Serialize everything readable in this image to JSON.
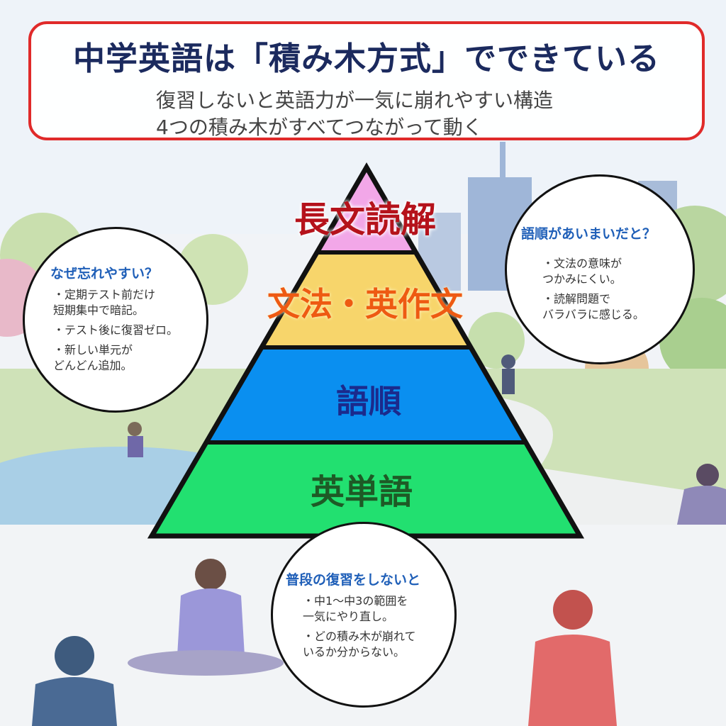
{
  "header": {
    "title": "中学英語は「積み木方式」でできている",
    "subtitle_line1": "復習しないと英語力が一気に崩れやすい構造",
    "subtitle_line2": "4つの積み木がすべてつながって動く"
  },
  "pyramid": {
    "tiers": [
      {
        "label": "長文読解",
        "color": "#f2a7e8"
      },
      {
        "label": "文法・英作文",
        "color": "#f7d56b"
      },
      {
        "label": "語順",
        "color": "#0a8ff0"
      },
      {
        "label": "英単語",
        "color": "#22e070"
      }
    ],
    "outline_color": "#111111"
  },
  "bubbles": {
    "left": {
      "title": "なぜ忘れやすい？",
      "items": [
        "・定期テスト前だけ\n  短期集中で暗記。",
        "・テスト後に復習ゼロ。",
        "・新しい単元が\n  どんどん追加。"
      ]
    },
    "right": {
      "title": "語順があいまいだと？",
      "items": [
        "・文法の意味が\n  つかみにくい。",
        "・読解問題で\n  バラバラに感じる。"
      ]
    },
    "bottom": {
      "title": "普段の復習をしないと",
      "items": [
        "・中1〜中3の範囲を\n  一気にやり直し。",
        "・どの積み木が崩れて\n  いるか分からない。"
      ]
    }
  },
  "colors": {
    "frame_red": "#e02a2a",
    "title_navy": "#1b2a5e",
    "bubble_title_blue": "#1f5fb8"
  }
}
